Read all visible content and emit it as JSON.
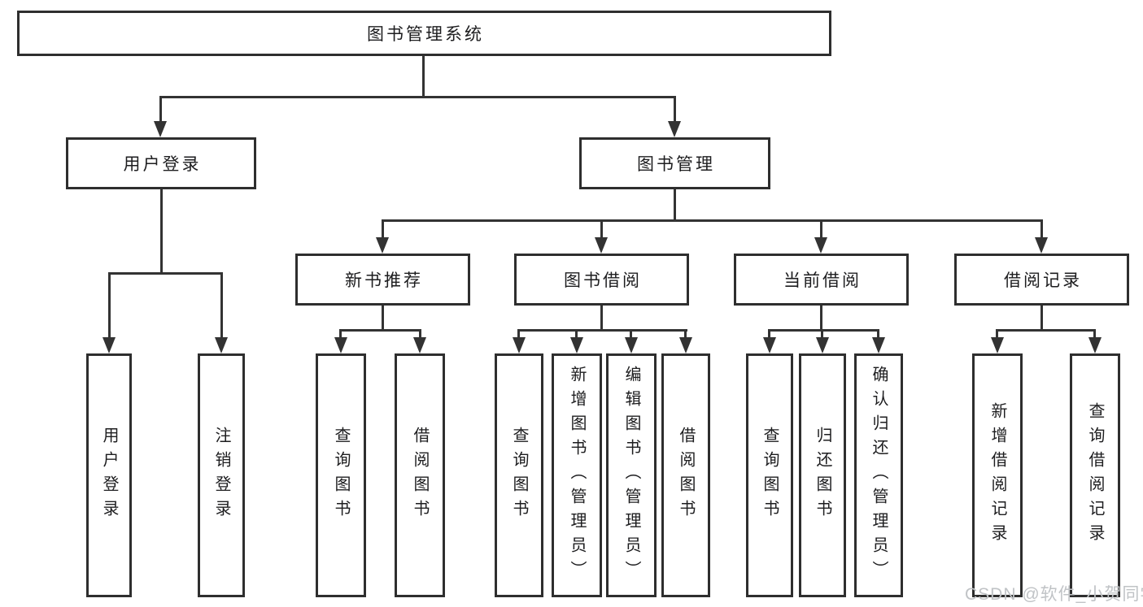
{
  "diagram": {
    "type": "tree",
    "root": {
      "label": "图书管理系统"
    },
    "children": [
      {
        "label": "用户登录",
        "children": [
          {
            "label": "用户登录"
          },
          {
            "label": "注销登录"
          }
        ]
      },
      {
        "label": "图书管理",
        "children": [
          {
            "label": "新书推荐",
            "children": [
              {
                "label": "查询图书"
              },
              {
                "label": "借阅图书"
              }
            ]
          },
          {
            "label": "图书借阅",
            "children": [
              {
                "label": "查询图书"
              },
              {
                "label": "新增图书（管理员）"
              },
              {
                "label": "编辑图书（管理员）"
              },
              {
                "label": "借阅图书"
              }
            ]
          },
          {
            "label": "当前借阅",
            "children": [
              {
                "label": "查询图书"
              },
              {
                "label": "归还图书"
              },
              {
                "label": "确认归还（管理员）"
              }
            ]
          },
          {
            "label": "借阅记录",
            "children": [
              {
                "label": "新增借阅记录"
              },
              {
                "label": "查询借阅记录"
              }
            ]
          }
        ]
      }
    ]
  },
  "watermark": {
    "text": "CSDN @软件_小贺同学"
  },
  "colors": {
    "line": "#333333",
    "border": "#2e2e2e",
    "text": "#1d1d1f",
    "watermark": "#c0c3c6",
    "background": "#ffffff"
  }
}
